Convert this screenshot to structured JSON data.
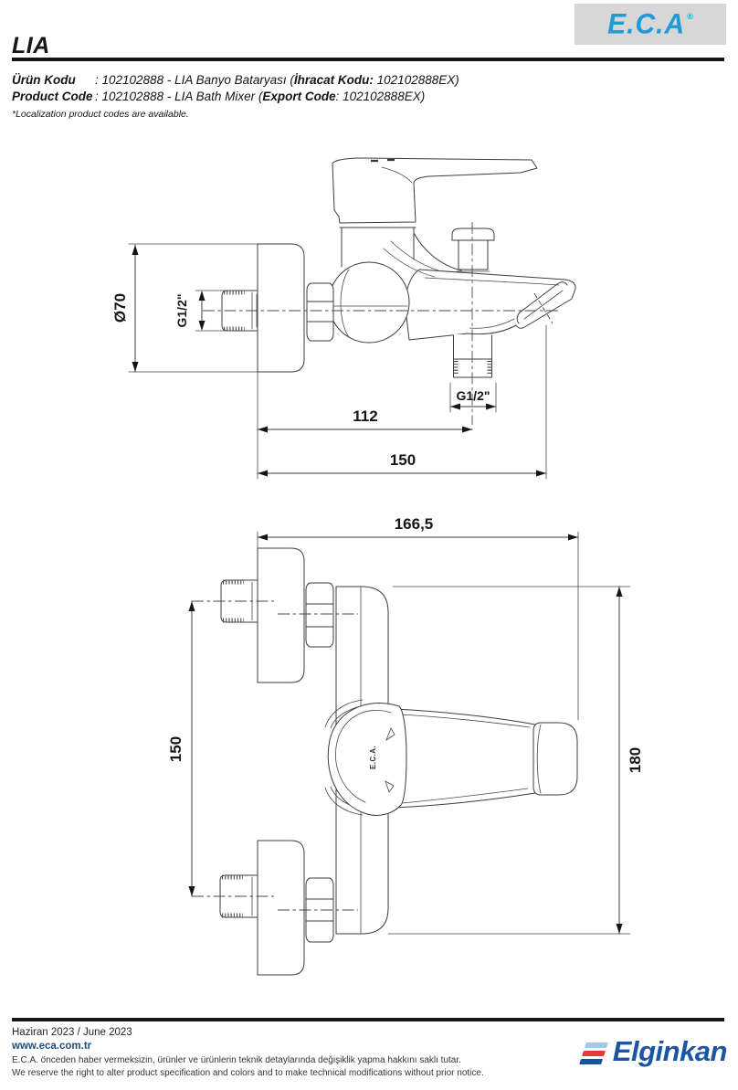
{
  "header": {
    "model": "LIA",
    "brand": "E.C.A",
    "registered": "®"
  },
  "product": {
    "line1": {
      "label": "Ürün Kodu",
      "mid": ": 102102888 - LIA Banyo Bataryası (",
      "bold": "İhracat Kodu:",
      "end": " 102102888EX)"
    },
    "line2": {
      "label": "Product Code",
      "mid": ": 102102888 - LIA Bath Mixer (",
      "bold": "Export Code",
      "end": ": 102102888EX)"
    },
    "footnote": "*Localization product codes are available."
  },
  "drawings": {
    "side_view": {
      "dims": {
        "diameter": "Ø70",
        "wall_thread": "G1/2\"",
        "outlet_thread": "G1/2\"",
        "spout_projection": "112",
        "total_depth": "150"
      }
    },
    "front_view": {
      "dims": {
        "total_width": "166,5",
        "connection_spacing": "150",
        "total_height": "180"
      },
      "body_label": "E.C.A."
    }
  },
  "footer": {
    "date": "Haziran 2023 / June 2023",
    "website": "www.eca.com.tr",
    "disclaimer_tr": "E.C.A. önceden haber vermeksizin, ürünler ve ürünlerin teknik detaylarında değişiklik yapma hakkını saklı tutar.",
    "disclaimer_en": "We reserve the right to alter product specification and colors and to make technical modifications without prior notice.",
    "brand": "Elginkan"
  },
  "colors": {
    "eca_blue": "#1e9cd8",
    "logo_gray": "#d7d7d8",
    "elginkan_blue": "#1b55a3",
    "elginkan_red": "#e03a3c",
    "elginkan_lightblue": "#a6c9e3",
    "link_navy": "#1f4e79"
  }
}
